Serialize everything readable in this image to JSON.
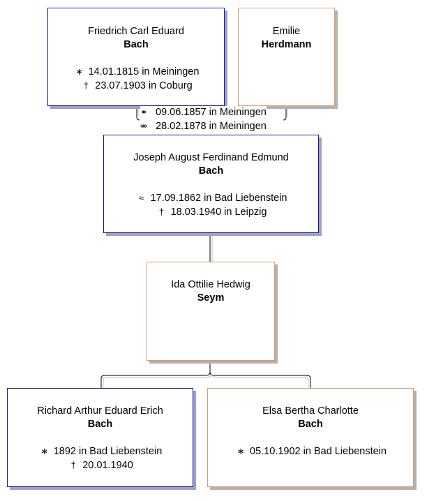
{
  "persons": {
    "father": {
      "given": "Friedrich Carl Eduard",
      "surname": "Bach",
      "sex": "male",
      "events": [
        {
          "symbol": "∗",
          "symbol_name": "birth-icon",
          "text": "14.01.1815 in Meiningen"
        },
        {
          "symbol": "†",
          "symbol_name": "death-icon",
          "text": "23.07.1903 in Coburg"
        }
      ]
    },
    "mother": {
      "given": "Emilie",
      "surname": "Herdmann",
      "sex": "female",
      "events": []
    },
    "subject": {
      "given": "Joseph August Ferdinand Edmund",
      "surname": "Bach",
      "sex": "male",
      "events": [
        {
          "symbol": "≈",
          "symbol_name": "baptism-icon",
          "text": "17.09.1862 in Bad Liebenstein"
        },
        {
          "symbol": "†",
          "symbol_name": "death-icon",
          "text": "18.03.1940 in Leipzig"
        }
      ]
    },
    "spouse": {
      "given": "Ida Ottilie Hedwig",
      "surname": "Seym",
      "sex": "female",
      "events": []
    },
    "child1": {
      "given": "Richard Arthur Eduard Erich",
      "surname": "Bach",
      "sex": "male",
      "events": [
        {
          "symbol": "∗",
          "symbol_name": "birth-icon",
          "text": "1892 in Bad Liebenstein"
        },
        {
          "symbol": "†",
          "symbol_name": "death-icon",
          "text": "20.01.1940"
        }
      ]
    },
    "child2": {
      "given": "Elsa Bertha Charlotte",
      "surname": "Bach",
      "sex": "female",
      "events": [
        {
          "symbol": "∗",
          "symbol_name": "birth-icon",
          "text": "05.10.1902 in Bad Liebenstein"
        }
      ]
    }
  },
  "parents_marriage": {
    "married": {
      "symbol": "⚭",
      "text": "09.06.1857 in Meiningen"
    },
    "divorced": {
      "symbol": "⚮",
      "text": "28.02.1878 in Meiningen"
    }
  },
  "colors": {
    "male_border": "#1a1a8c",
    "female_border": "#d99b72",
    "connector": "#000000"
  }
}
